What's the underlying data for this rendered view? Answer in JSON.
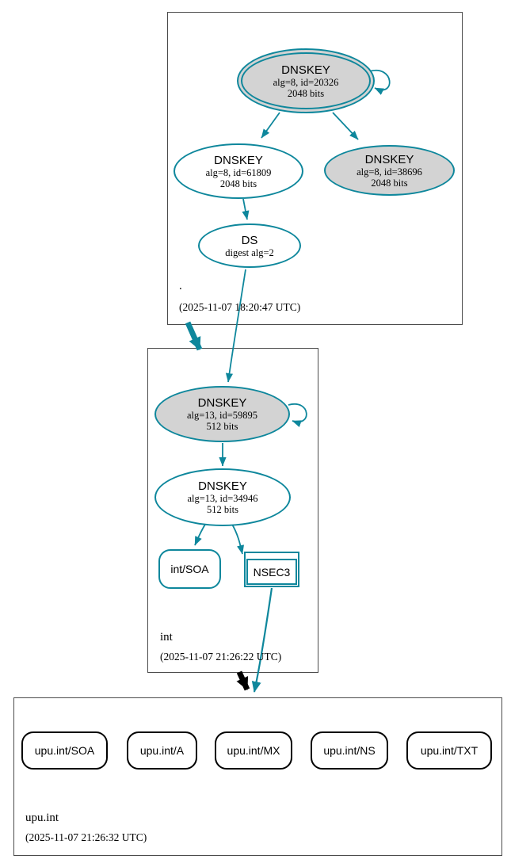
{
  "colors": {
    "secure_teal": "#0e879c",
    "node_fill_gray": "#d3d3d3",
    "insecure_black": "#000000",
    "cluster_border": "#4c4c4c"
  },
  "zones": {
    "root": {
      "label": ".",
      "timestamp": "(2025-11-07 18:20:47 UTC)"
    },
    "int": {
      "label": "int",
      "timestamp": "(2025-11-07 21:26:22 UTC)"
    },
    "upu_int": {
      "label": "upu.int",
      "timestamp": "(2025-11-07 21:26:32 UTC)"
    }
  },
  "nodes": {
    "root_ksk": {
      "type": "DNSKEY",
      "detail1": "alg=8, id=20326",
      "detail2": "2048 bits"
    },
    "root_zsk": {
      "type": "DNSKEY",
      "detail1": "alg=8, id=61809",
      "detail2": "2048 bits"
    },
    "root_ksk2": {
      "type": "DNSKEY",
      "detail1": "alg=8, id=38696",
      "detail2": "2048 bits"
    },
    "root_ds": {
      "type": "DS",
      "detail1": "digest alg=2"
    },
    "int_ksk": {
      "type": "DNSKEY",
      "detail1": "alg=13, id=59895",
      "detail2": "512 bits"
    },
    "int_zsk": {
      "type": "DNSKEY",
      "detail1": "alg=13, id=34946",
      "detail2": "512 bits"
    },
    "int_soa": {
      "label": "int/SOA"
    },
    "int_nsec3": {
      "label": "NSEC3"
    },
    "upu_soa": {
      "label": "upu.int/SOA"
    },
    "upu_a": {
      "label": "upu.int/A"
    },
    "upu_mx": {
      "label": "upu.int/MX"
    },
    "upu_ns": {
      "label": "upu.int/NS"
    },
    "upu_txt": {
      "label": "upu.int/TXT"
    }
  }
}
